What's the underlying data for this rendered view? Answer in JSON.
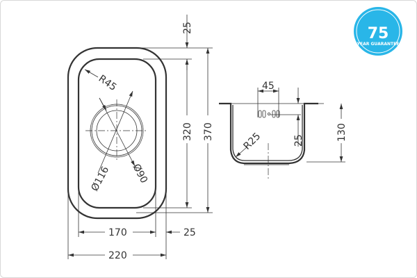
{
  "badge": {
    "number": "75",
    "label": "YEAR GUARANTEE",
    "color": "#29b6e8"
  },
  "plan_view": {
    "top_margin": "25",
    "inner_length": "320",
    "outer_length": "370",
    "corner_radius": "R45",
    "drain_outer": "Ø116",
    "drain_inner": "Ø90",
    "inner_width": "170",
    "side_margin": "25",
    "outer_width": "220"
  },
  "section_view": {
    "overflow_spacing": "45",
    "overflow_height": "25",
    "depth": "130",
    "bottom_radius": "R25"
  }
}
